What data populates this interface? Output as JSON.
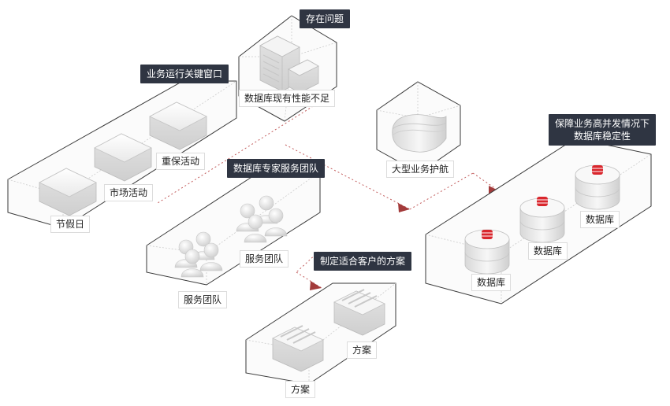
{
  "groups": {
    "problem": {
      "tag": "存在问题",
      "label": "数据库现有性能不足"
    },
    "window": {
      "tag": "业务运行关键窗口",
      "items": [
        "重保活动",
        "市场活动",
        "节假日"
      ]
    },
    "team": {
      "tag": "数据库专家服务团队",
      "items": [
        "服务团队",
        "服务团队"
      ]
    },
    "escort": {
      "label": "大型业务护航"
    },
    "plan": {
      "tag": "制定适合客户的方案",
      "items": [
        "方案",
        "方案"
      ]
    },
    "goal": {
      "tag_line1": "保障业务高并发情况下",
      "tag_line2": "数据库稳定性",
      "items": [
        "数据库",
        "数据库",
        "数据库"
      ]
    }
  },
  "colors": {
    "tag_bg": "#2f3542",
    "accent_red": "#d9262c",
    "dashed": "#c25b5b"
  },
  "icons": [
    "server-tower-icon",
    "database-stack-icon",
    "shield-icon",
    "person-group-icon",
    "box-cluster-icon",
    "platform-block-icon"
  ]
}
